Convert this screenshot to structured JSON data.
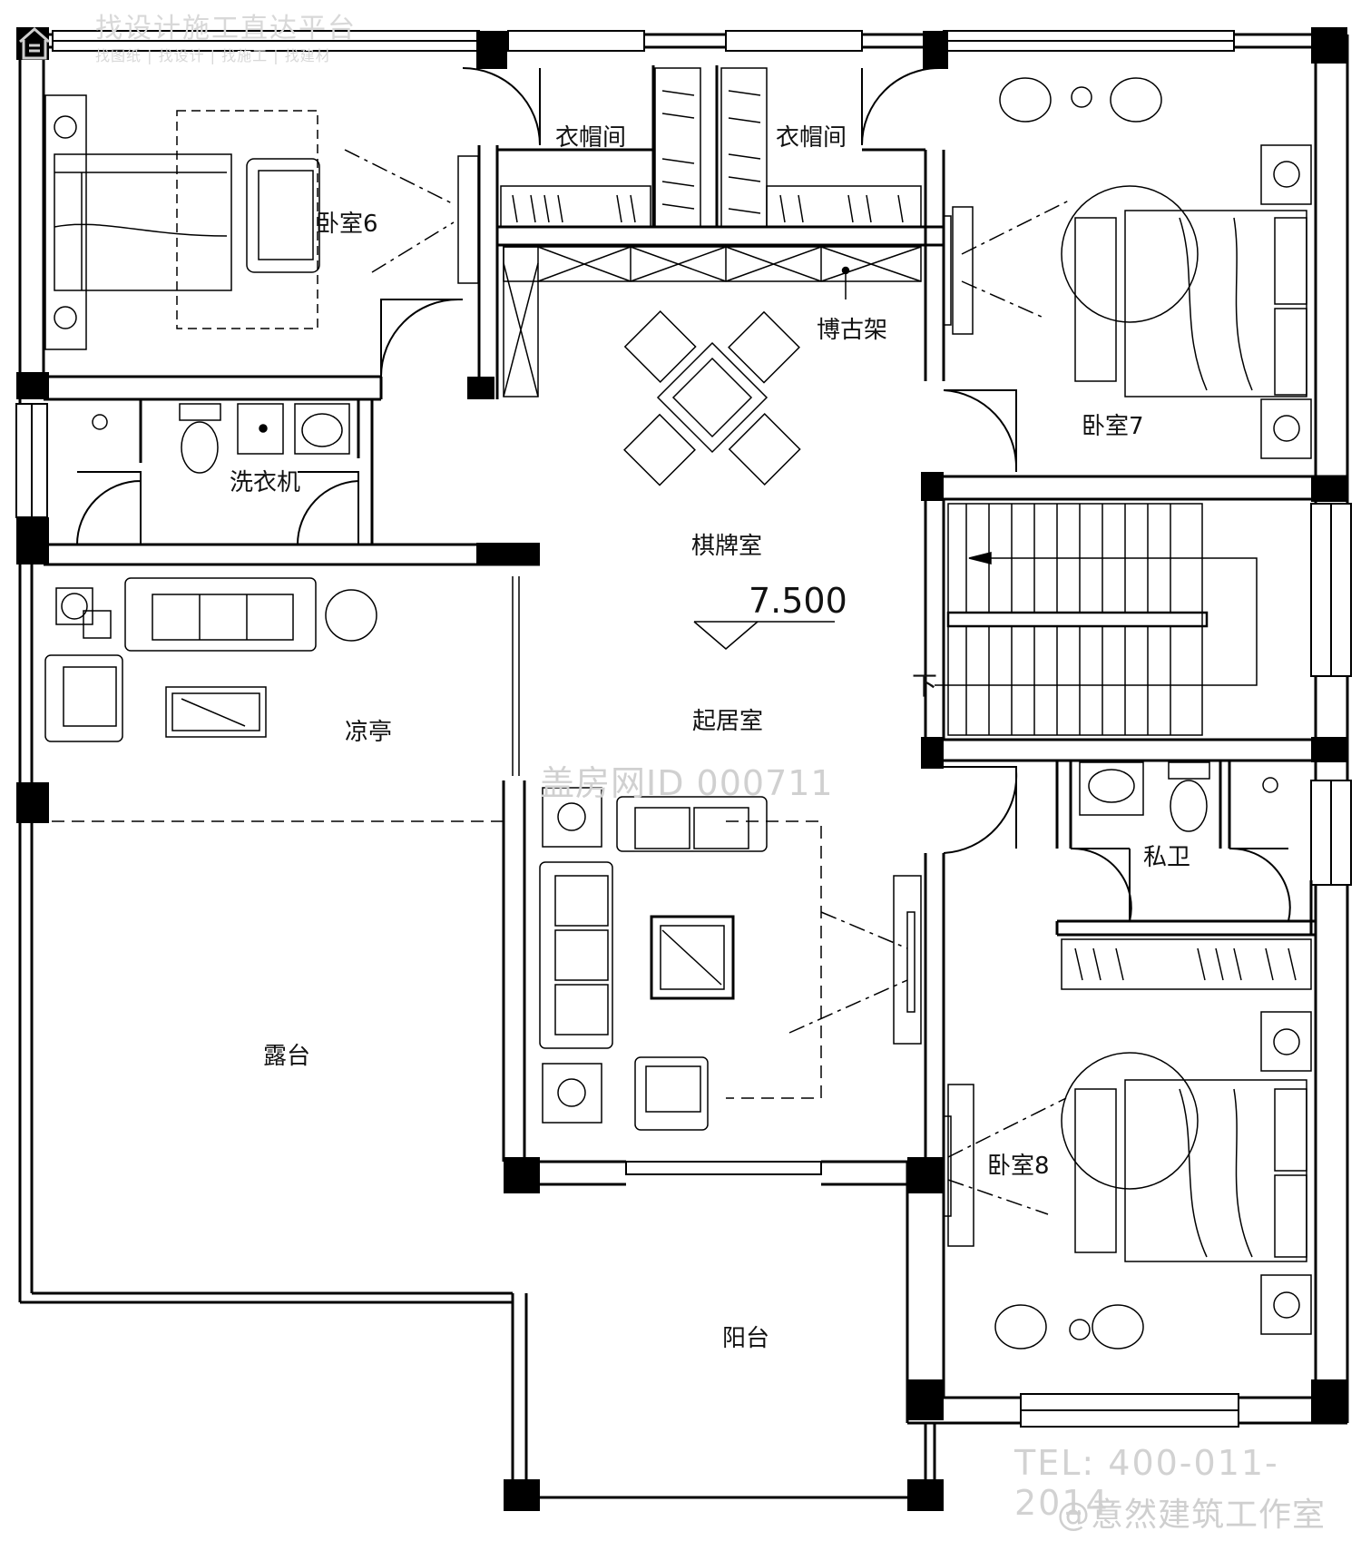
{
  "watermark": {
    "platform": "找设计施工直达平台",
    "services": "找图纸 | 找设计 | 找施工 | 找建材",
    "plan_id": "盖房网ID 000711",
    "tel": "TEL: 400-011-2014",
    "studio": "@意然建筑工作室"
  },
  "plan": {
    "level_mark": "7.500",
    "stair_down": "下",
    "rooms": {
      "bedroom6": "卧室6",
      "closet_a": "衣帽间",
      "closet_b": "衣帽间",
      "bedroom7": "卧室7",
      "shelf": "博古架",
      "laundry": "洗衣机",
      "chess_room": "棋牌室",
      "pavilion": "凉亭",
      "living_room": "起居室",
      "private_bath": "私卫",
      "terrace": "露台",
      "bedroom8": "卧室8",
      "balcony": "阳台"
    }
  },
  "colors": {
    "line": "#000000",
    "watermark": "#d0d0d0"
  }
}
